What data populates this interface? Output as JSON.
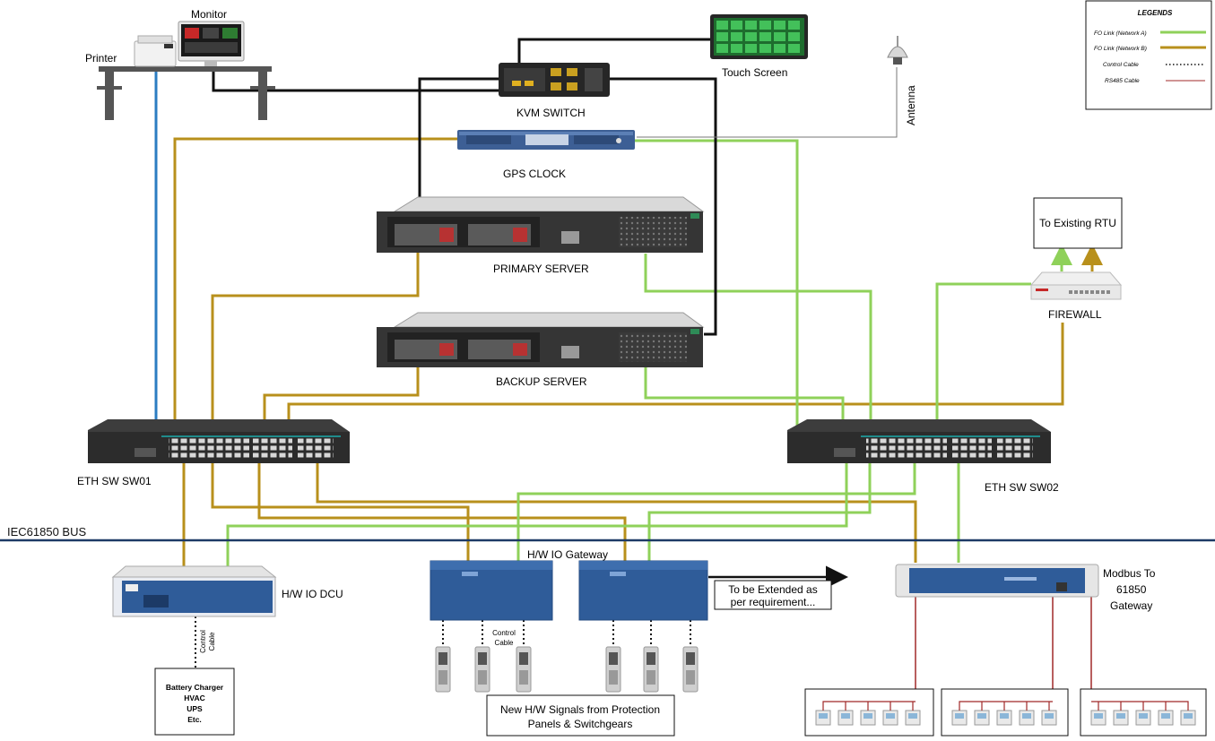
{
  "colors": {
    "network_a": "#8fd15a",
    "network_b": "#b8901c",
    "printer_link": "#2b7cc2",
    "control": "#111111",
    "rs485": "#a02828",
    "bus": "#1d3a66",
    "device_blue": "#2f5c99",
    "switch_dark": "#2c2c2c",
    "server_dark": "#333333",
    "screen_green": "#2ea043"
  },
  "legend": {
    "title": "LEGENDS",
    "items": [
      {
        "label": "FO Link (Network A)",
        "style": "network_a"
      },
      {
        "label": "FO Link (Network B)",
        "style": "network_b"
      },
      {
        "label": "Control Cable",
        "style": "control"
      },
      {
        "label": "RS485 Cable",
        "style": "rs485"
      }
    ]
  },
  "labels": {
    "monitor": "Monitor",
    "printer": "Printer",
    "kvm_switch": "KVM SWITCH",
    "touch_screen": "Touch Screen",
    "antenna": "Antenna",
    "gps_clock": "GPS CLOCK",
    "primary_server": "PRIMARY SERVER",
    "backup_server": "BACKUP SERVER",
    "existing_rtu": "To Existing RTU",
    "firewall": "FIREWALL",
    "eth_sw01": "ETH SW SW01",
    "eth_sw02": "ETH SW SW02",
    "bus": "IEC61850 BUS",
    "hw_io_dcu": "H/W IO DCU",
    "hw_io_gateway": "H/W IO Gateway",
    "extended_line1": "To be Extended as",
    "extended_line2": "per requirement...",
    "modbus_line1": "Modbus To",
    "modbus_line2": "61850",
    "modbus_line3": "Gateway",
    "control_cable_vertical": [
      "Control",
      "Cable"
    ],
    "control_cable_gateway": [
      "Control",
      "Cable"
    ],
    "battery": [
      "Battery Charger",
      "HVAC",
      "UPS",
      "Etc."
    ],
    "new_signals_line1": "New H/W Signals from Protection",
    "new_signals_line2": "Panels & Switchgears"
  }
}
